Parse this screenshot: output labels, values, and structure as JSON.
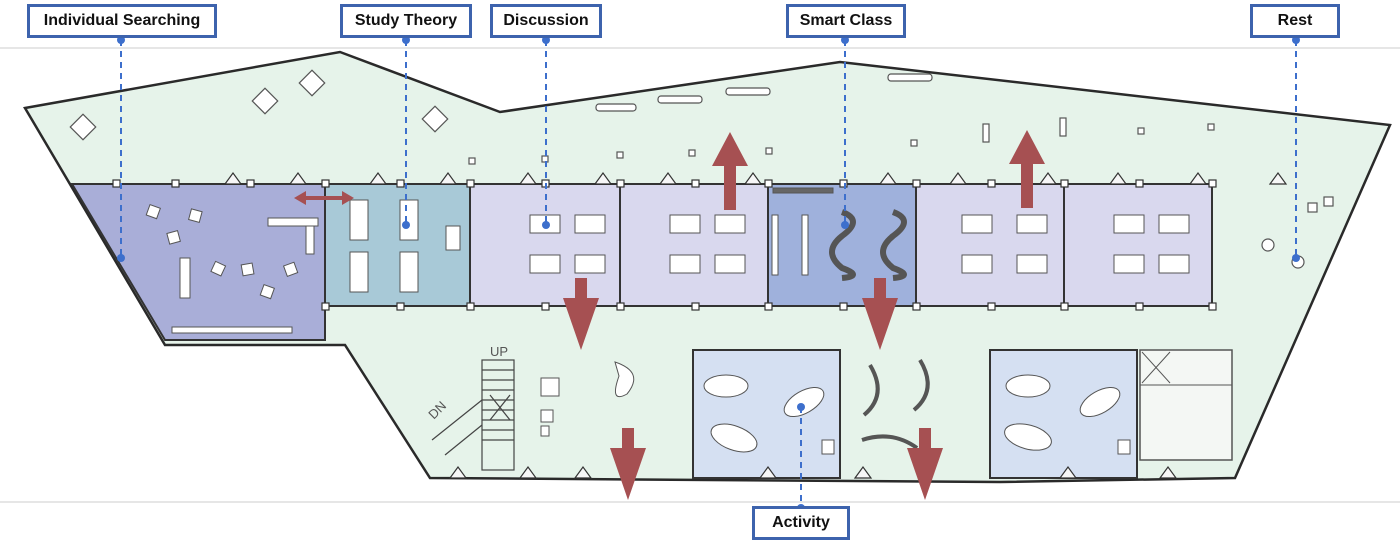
{
  "labels": {
    "individual": "Individual Searching",
    "study": "Study Theory",
    "discussion": "Discussion",
    "smart": "Smart Class",
    "rest": "Rest",
    "activity": "Activity"
  },
  "stairs": {
    "up": "UP",
    "down": "DN"
  },
  "colors": {
    "corridor": "#e6f3ea",
    "individual_room": "#a9aed8",
    "study_room": "#a8c9d7",
    "discussion_room": "#d9d8ee",
    "smart_room": "#9fb1dc",
    "activity_room": "#d5e0f2",
    "arrow": "#a65052",
    "callout_border": "#3d63ad",
    "leader": "#3d6fcc"
  }
}
